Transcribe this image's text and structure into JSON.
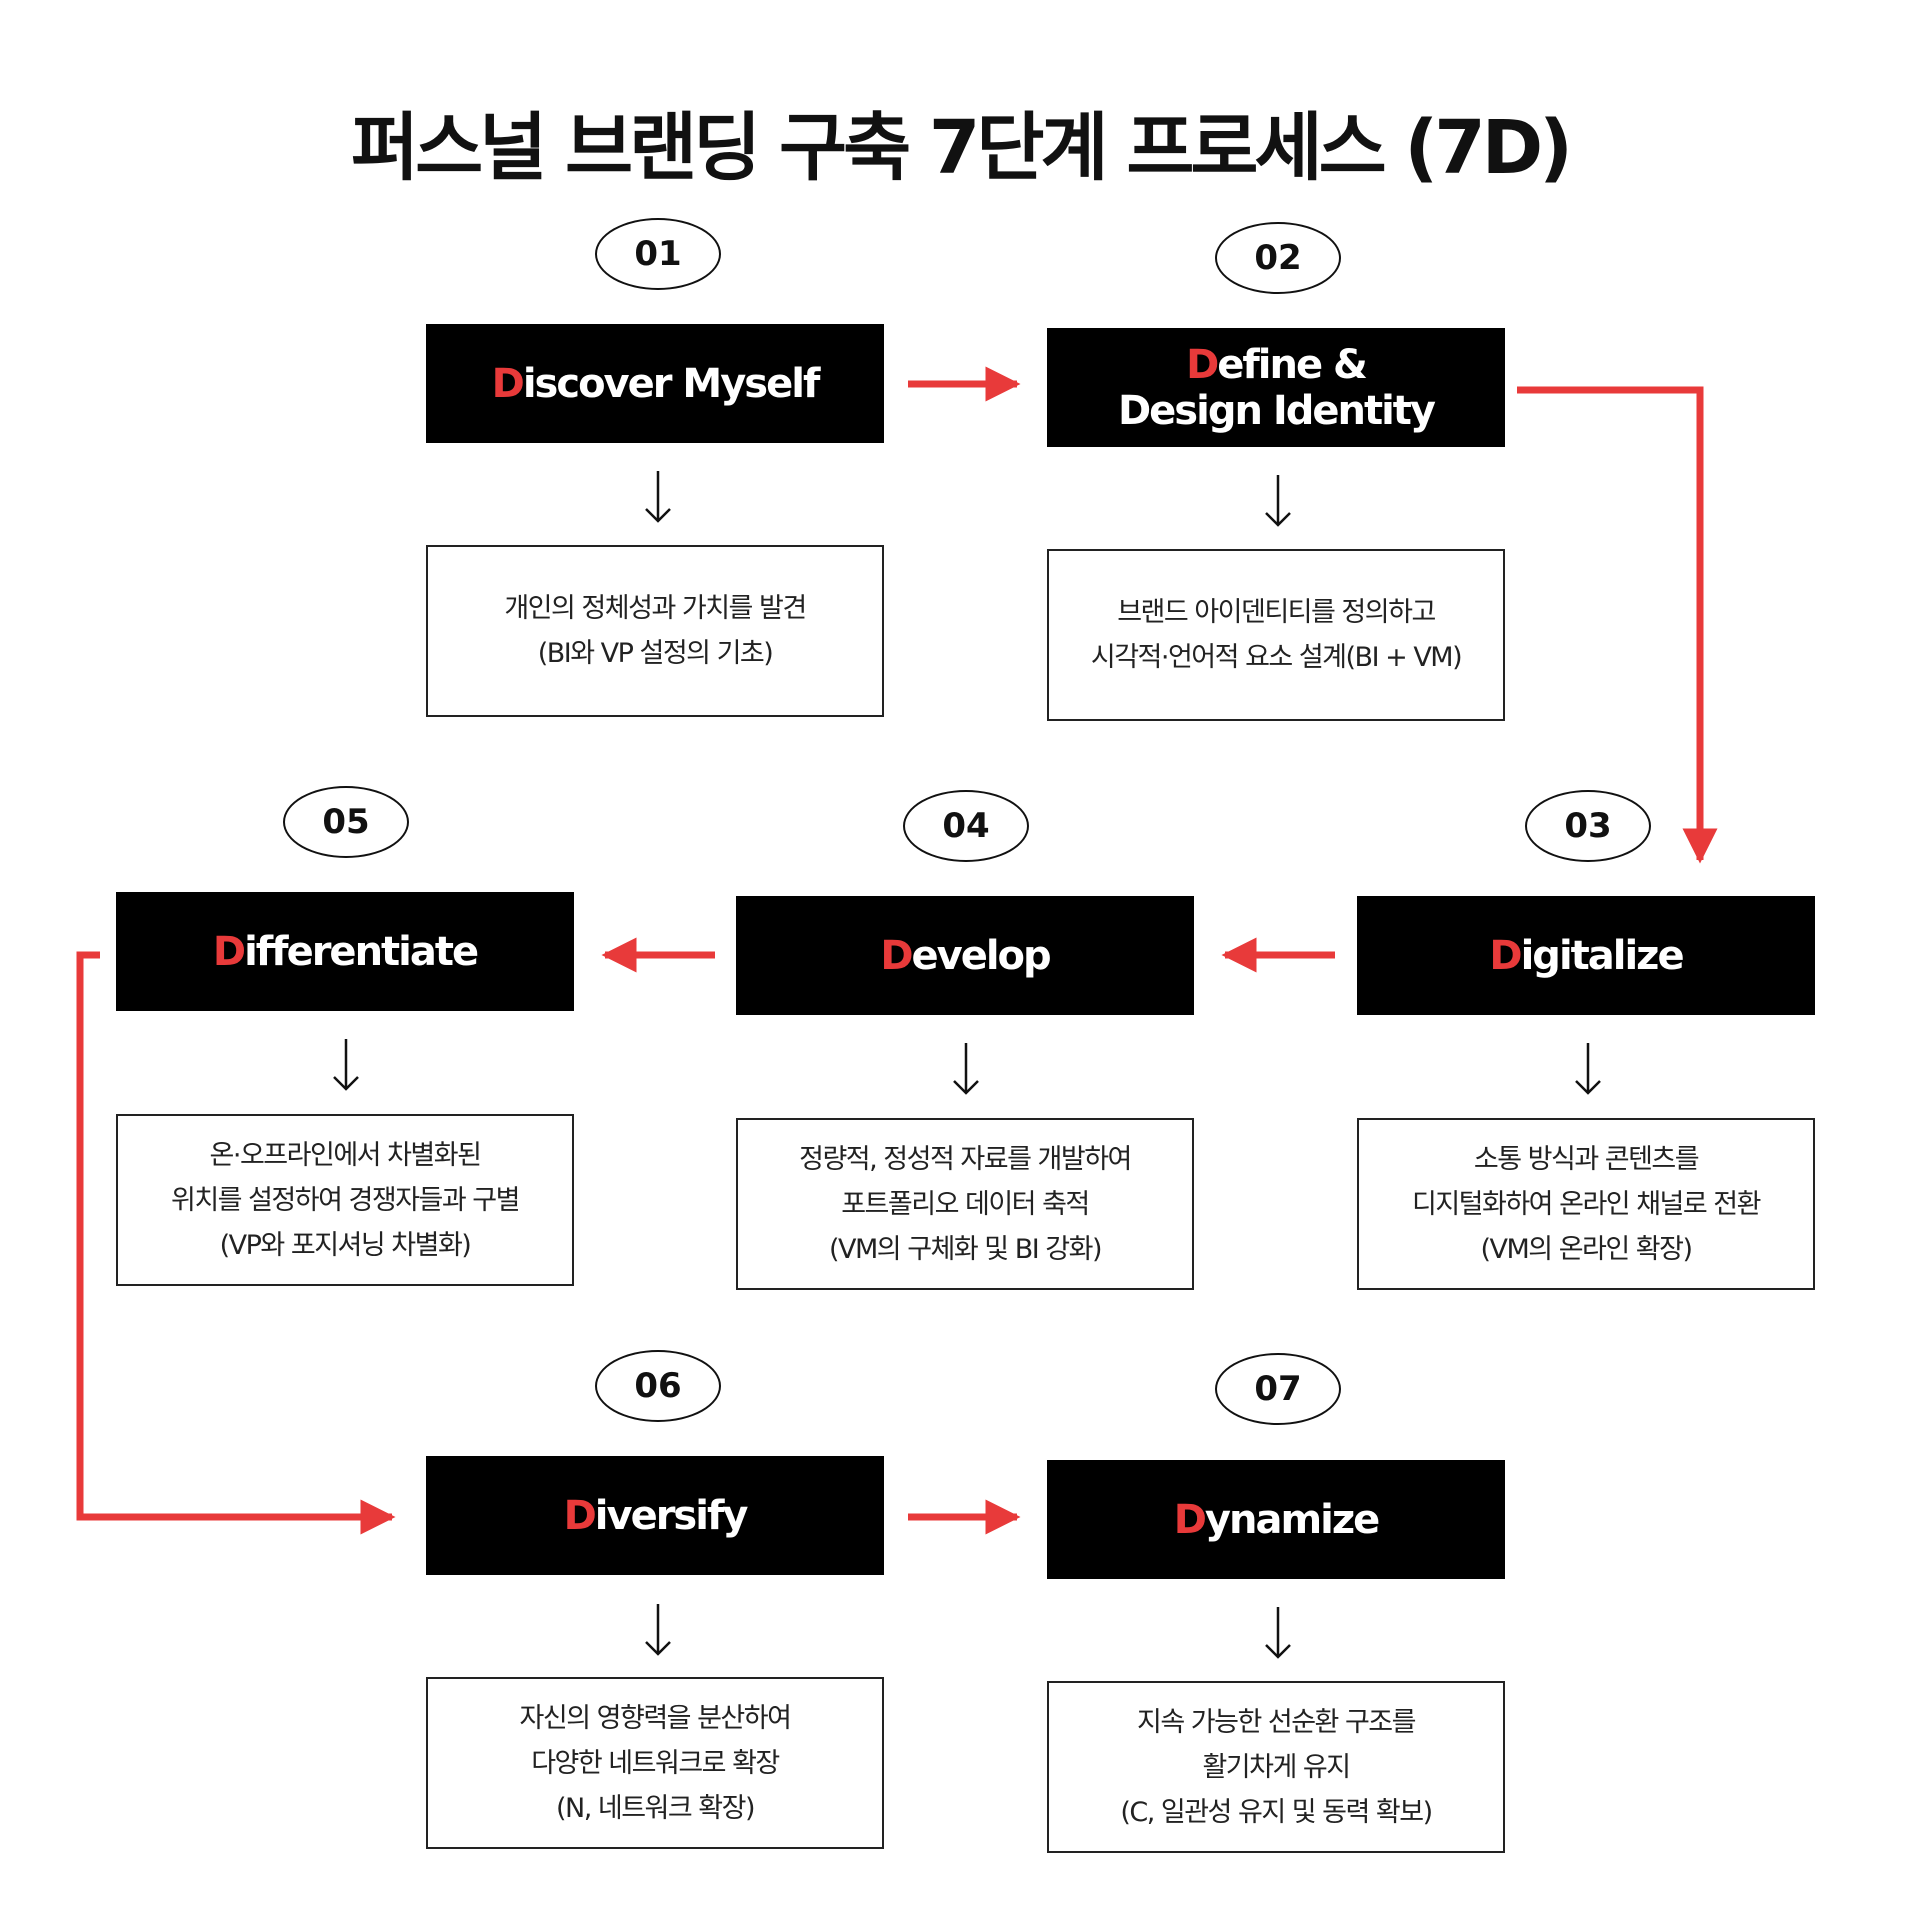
{
  "title": "퍼스널 브랜딩 구축 7단계 프로세스 (7D)",
  "colors": {
    "accent": "#e83a3a",
    "box_fill": "#000000",
    "text": "#111111"
  },
  "steps": [
    {
      "number": "01",
      "title_initial": "D",
      "title_lines": [
        "iscover Myself"
      ],
      "desc_lines": [
        "개인의 정체성과 가치를 발견",
        "(BI와 VP 설정의 기초)"
      ]
    },
    {
      "number": "02",
      "title_initial": "D",
      "title_lines": [
        "efine &",
        "Design Identity"
      ],
      "desc_lines": [
        "브랜드 아이덴티티를 정의하고",
        "시각적·언어적 요소 설계(BI + VM)"
      ]
    },
    {
      "number": "03",
      "title_initial": "D",
      "title_lines": [
        "igitalize"
      ],
      "desc_lines": [
        "소통 방식과 콘텐츠를",
        "디지털화하여 온라인 채널로 전환",
        "(VM의 온라인 확장)"
      ]
    },
    {
      "number": "04",
      "title_initial": "D",
      "title_lines": [
        "evelop"
      ],
      "desc_lines": [
        "정량적, 정성적 자료를 개발하여",
        "포트폴리오 데이터 축적",
        "(VM의 구체화 및 BI 강화)"
      ]
    },
    {
      "number": "05",
      "title_initial": "D",
      "title_lines": [
        "ifferentiate"
      ],
      "desc_lines": [
        "온·오프라인에서 차별화된",
        "위치를 설정하여 경쟁자들과 구별",
        "(VP와 포지셔닝 차별화)"
      ]
    },
    {
      "number": "06",
      "title_initial": "D",
      "title_lines": [
        "iversify"
      ],
      "desc_lines": [
        "자신의 영향력을 분산하여",
        "다양한 네트워크로 확장",
        "(N, 네트워크 확장)"
      ]
    },
    {
      "number": "07",
      "title_initial": "D",
      "title_lines": [
        "ynamize"
      ],
      "desc_lines": [
        "지속 가능한 선순환 구조를",
        "활기차게 유지",
        "(C, 일관성 유지 및 동력 확보)"
      ]
    }
  ]
}
